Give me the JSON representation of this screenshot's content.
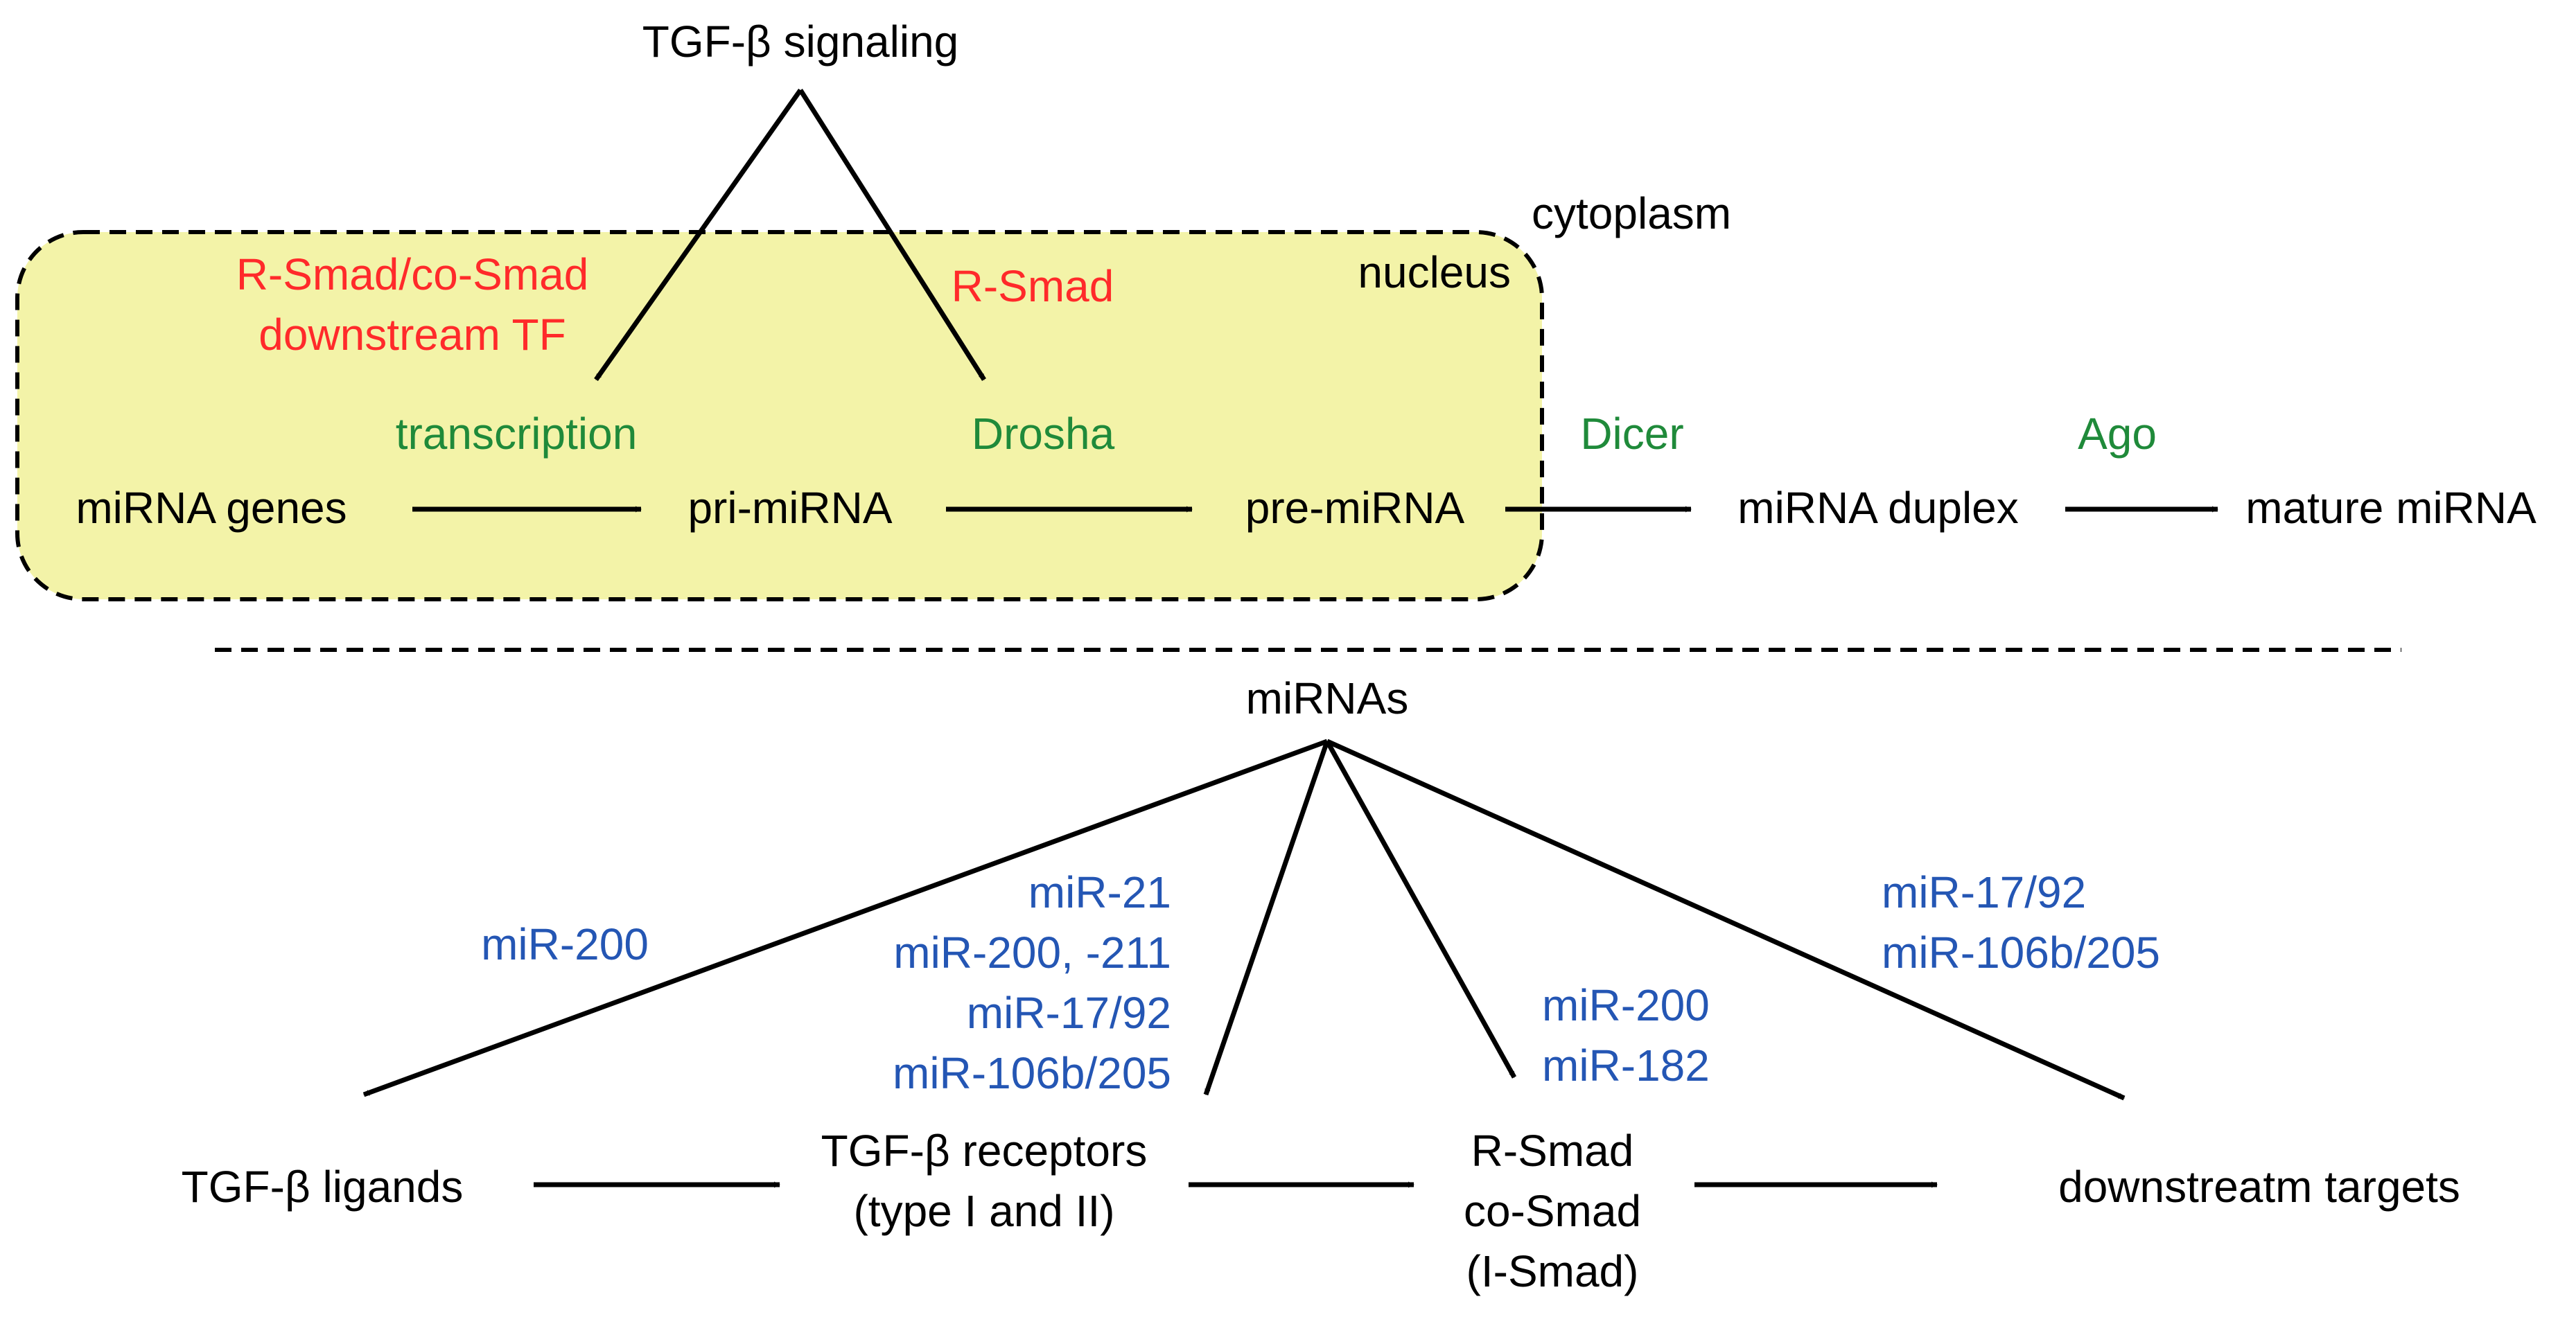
{
  "top": {
    "signal": "TGF-β signaling",
    "compartments": {
      "cytoplasm": "cytoplasm",
      "nucleus": "nucleus"
    },
    "regulators": {
      "transcription_regulator": [
        "R-Smad/co-Smad",
        "downstream TF"
      ],
      "drosha_regulator": "R-Smad"
    },
    "enzymes": {
      "transcription": "transcription",
      "drosha": "Drosha",
      "dicer": "Dicer",
      "ago": "Ago"
    },
    "stages": {
      "genes": "miRNA genes",
      "pri": "pri-miRNA",
      "pre": "pre-miRNA",
      "duplex": "miRNA duplex",
      "mature": "mature miRNA"
    }
  },
  "bottom": {
    "source": "miRNAs",
    "targets": {
      "ligands": "TGF-β ligands",
      "receptors": [
        "TGF-β receptors",
        "(type I and II)"
      ],
      "smads": [
        "R-Smad",
        "co-Smad",
        "(I-Smad)"
      ],
      "downstream": "downstreatm targets"
    },
    "mirna_labels": {
      "ligands": "miR-200",
      "receptors": [
        "miR-21",
        "miR-200, -211",
        "miR-17/92",
        "miR-106b/205"
      ],
      "smads": [
        "miR-200",
        "miR-182"
      ],
      "downstream": [
        "miR-17/92",
        "miR-106b/205"
      ]
    }
  },
  "colors": {
    "nucleus_fill": "#f3f3a8",
    "regulator": "#ff2a2a",
    "enzyme": "#1f8a3a",
    "mirna": "#2456b4",
    "line": "#000000"
  }
}
